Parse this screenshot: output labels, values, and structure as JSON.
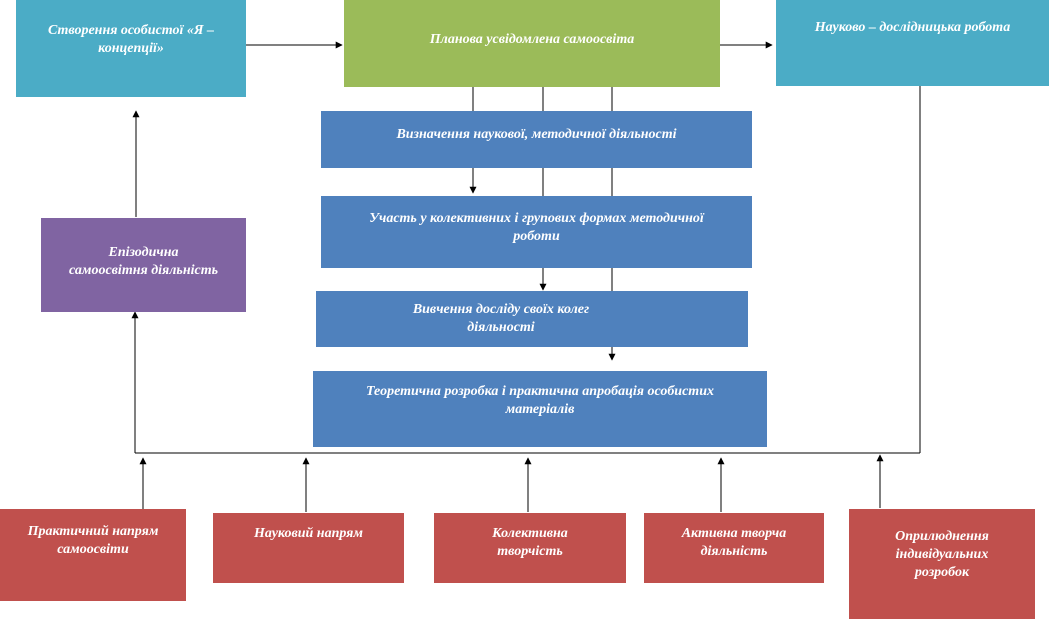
{
  "boxes": {
    "self_concept": "Створення особистої «Я –\nконцепції»",
    "planned": "Планова усвідомлена самоосвіта",
    "research": "Науково – дослідницька робота",
    "defining": "Визначення наукової, методичної діяльності",
    "participation": "Участь у колективних і групових формах методичної\nроботи",
    "studying": "Вивчення досліду своїх колег\nдіяльності",
    "theoretical": "Теоретична розробка і практична апробація особистих\nматеріалів",
    "episodic": "Епізодична\nсамоосвітня діяльність",
    "practical": "Практичний напрям\nсамоосвіти",
    "scientific": "Науковий напрям",
    "collective": "Колективна\nтворчість",
    "active": "Активна творча\nдіяльність",
    "publication": "Оприлюднення\nіндивідуальних\nрозробок"
  },
  "colors": {
    "teal": "#4BACC6",
    "green": "#9BBB59",
    "blue": "#4F81BD",
    "purple": "#8064A2",
    "red": "#C0504D",
    "line": "#000000"
  }
}
